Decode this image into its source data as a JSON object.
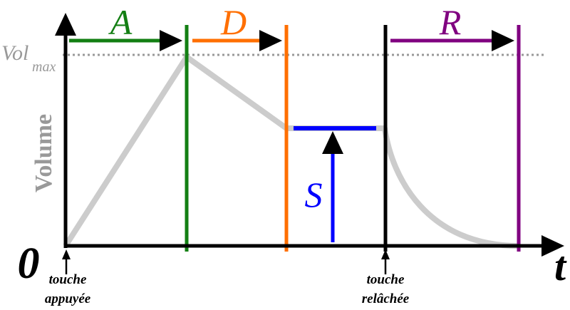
{
  "title": "ADSR envelope",
  "labels": {
    "attack": "A",
    "decay": "D",
    "sustain": "S",
    "release": "R",
    "origin": "0",
    "time_axis": "t",
    "vol": "Vol",
    "vol_sub": "max",
    "y_axis": "Volume",
    "press_line1": "touche",
    "press_line2": "appuyée",
    "release_line1": "touche",
    "release_line2": "relâchée"
  },
  "colors": {
    "attack": "#137f13",
    "decay": "#ff6f00",
    "sustain": "#0000ff",
    "release": "#800080",
    "envelope": "#cccccc",
    "axis": "#000000",
    "muted_text": "#999999"
  }
}
